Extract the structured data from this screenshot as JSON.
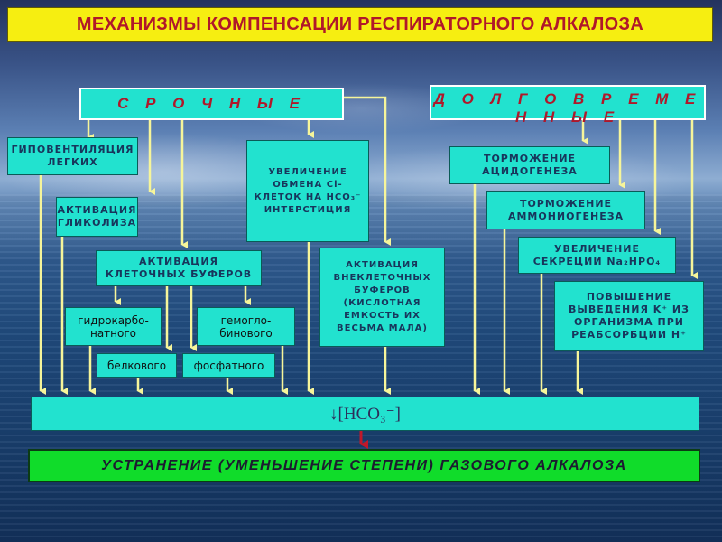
{
  "title": "МЕХАНИЗМЫ КОМПЕНСАЦИИ РЕСПИРАТОРНОГО АЛКАЛОЗА",
  "urgent": {
    "header": "С Р О Ч Н Ы Е",
    "hypoventilation": "ГИПОВЕНТИЛЯЦИЯ ЛЕГКИХ",
    "glycolysis": "АКТИВАЦИЯ ГЛИКОЛИЗА",
    "cell_buffers": "АКТИВАЦИЯ КЛЕТОЧНЫХ БУФЕРОВ",
    "bicarbonate": "гидрокарбо-натного",
    "hemoglobin": "гемогло-бинового",
    "protein": "белкового",
    "phosphate": "фосфатного",
    "exchange": "УВЕЛИЧЕНИЕ ОБМЕНА Cl- КЛЕТОК НА НСО₃⁻ ИНТЕРСТИЦИЯ",
    "extracellular": "АКТИВАЦИЯ ВНЕКЛЕТОЧНЫХ БУФЕРОВ (КИСЛОТНАЯ ЕМКОСТЬ ИХ ВЕСЬМА МАЛА)"
  },
  "long_term": {
    "header": "Д О Л Г О В Р Е М Е Н Н Ы Е",
    "acidogenesis": "ТОРМОЖЕНИЕ АЦИДОГЕНЕЗА",
    "ammoniogenesis": "ТОРМОЖЕНИЕ АММОНИОГЕНЕЗА",
    "na2hpo4": "УВЕЛИЧЕНИЕ СЕКРЕЦИИ Na₂HPO₄",
    "potassium": "ПОВЫШЕНИЕ ВЫВЕДЕНИЯ K⁺ ИЗ ОРГАНИЗМА ПРИ РЕАБСОРБЦИИ H⁺"
  },
  "hco3_label": "↓[HCO₃⁻]",
  "result": "УСТРАНЕНИЕ (УМЕНЬШЕНИЕ СТЕПЕНИ) ГАЗОВОГО АЛКАЛОЗА",
  "colors": {
    "box": "#22e2cf",
    "title_bg": "#f6ee11",
    "title_text": "#b0182a",
    "arrow": "#f6f59a",
    "result_bg": "#10dc2a",
    "down_arrow": "#c0182a"
  }
}
